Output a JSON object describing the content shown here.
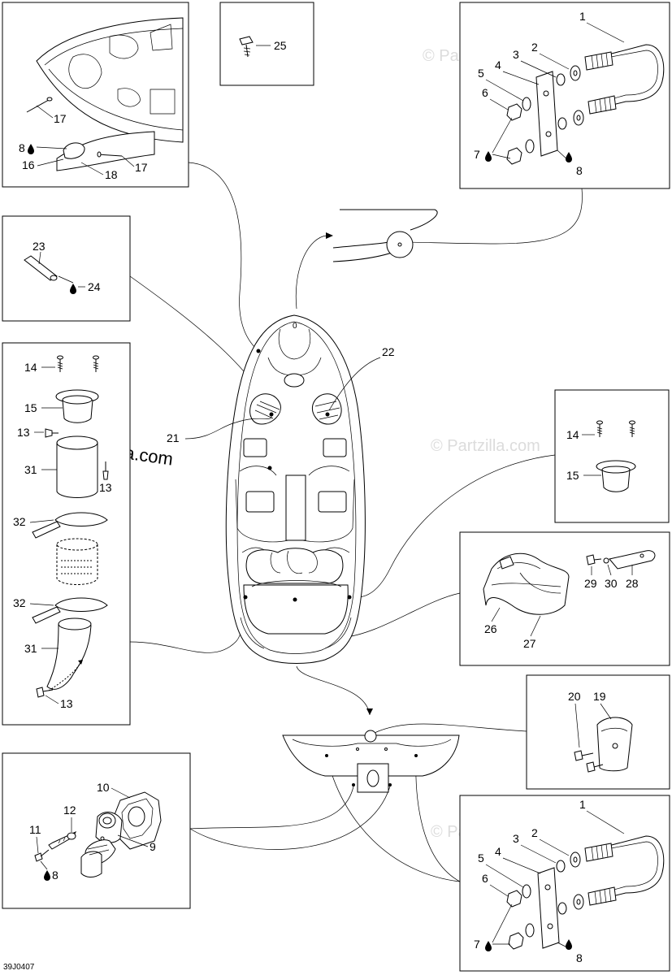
{
  "watermark": {
    "text": "© Partzilla.com",
    "color": "#dcdcdc"
  },
  "diagram_code": "39J0407",
  "callouts": {
    "c1a": "1",
    "c2a": "2",
    "c3a": "3",
    "c4a": "4",
    "c5a": "5",
    "c6a": "6",
    "c7a": "7",
    "c8a": "8",
    "c9": "9",
    "c10": "10",
    "c11": "11",
    "c12": "12",
    "c8b": "8",
    "c13a": "13",
    "c13b": "13",
    "c13c": "13",
    "c14a": "14",
    "c14b": "14",
    "c15a": "15",
    "c15b": "15",
    "c16": "16",
    "c17a": "17",
    "c17b": "17",
    "c18": "18",
    "c8c": "8",
    "c19": "19",
    "c20": "20",
    "c21": "21",
    "c22": "22",
    "c23": "23",
    "c24": "24",
    "c25": "25",
    "c26": "26",
    "c27": "27",
    "c28": "28",
    "c29": "29",
    "c30": "30",
    "c31a": "31",
    "c31b": "31",
    "c32a": "32",
    "c32b": "32",
    "c1b": "1",
    "c2b": "2",
    "c3b": "3",
    "c4b": "4",
    "c5b": "5",
    "c6b": "6",
    "c7b": "7",
    "c8d": "8"
  },
  "icons": {
    "drop": "glue-drop-icon"
  }
}
